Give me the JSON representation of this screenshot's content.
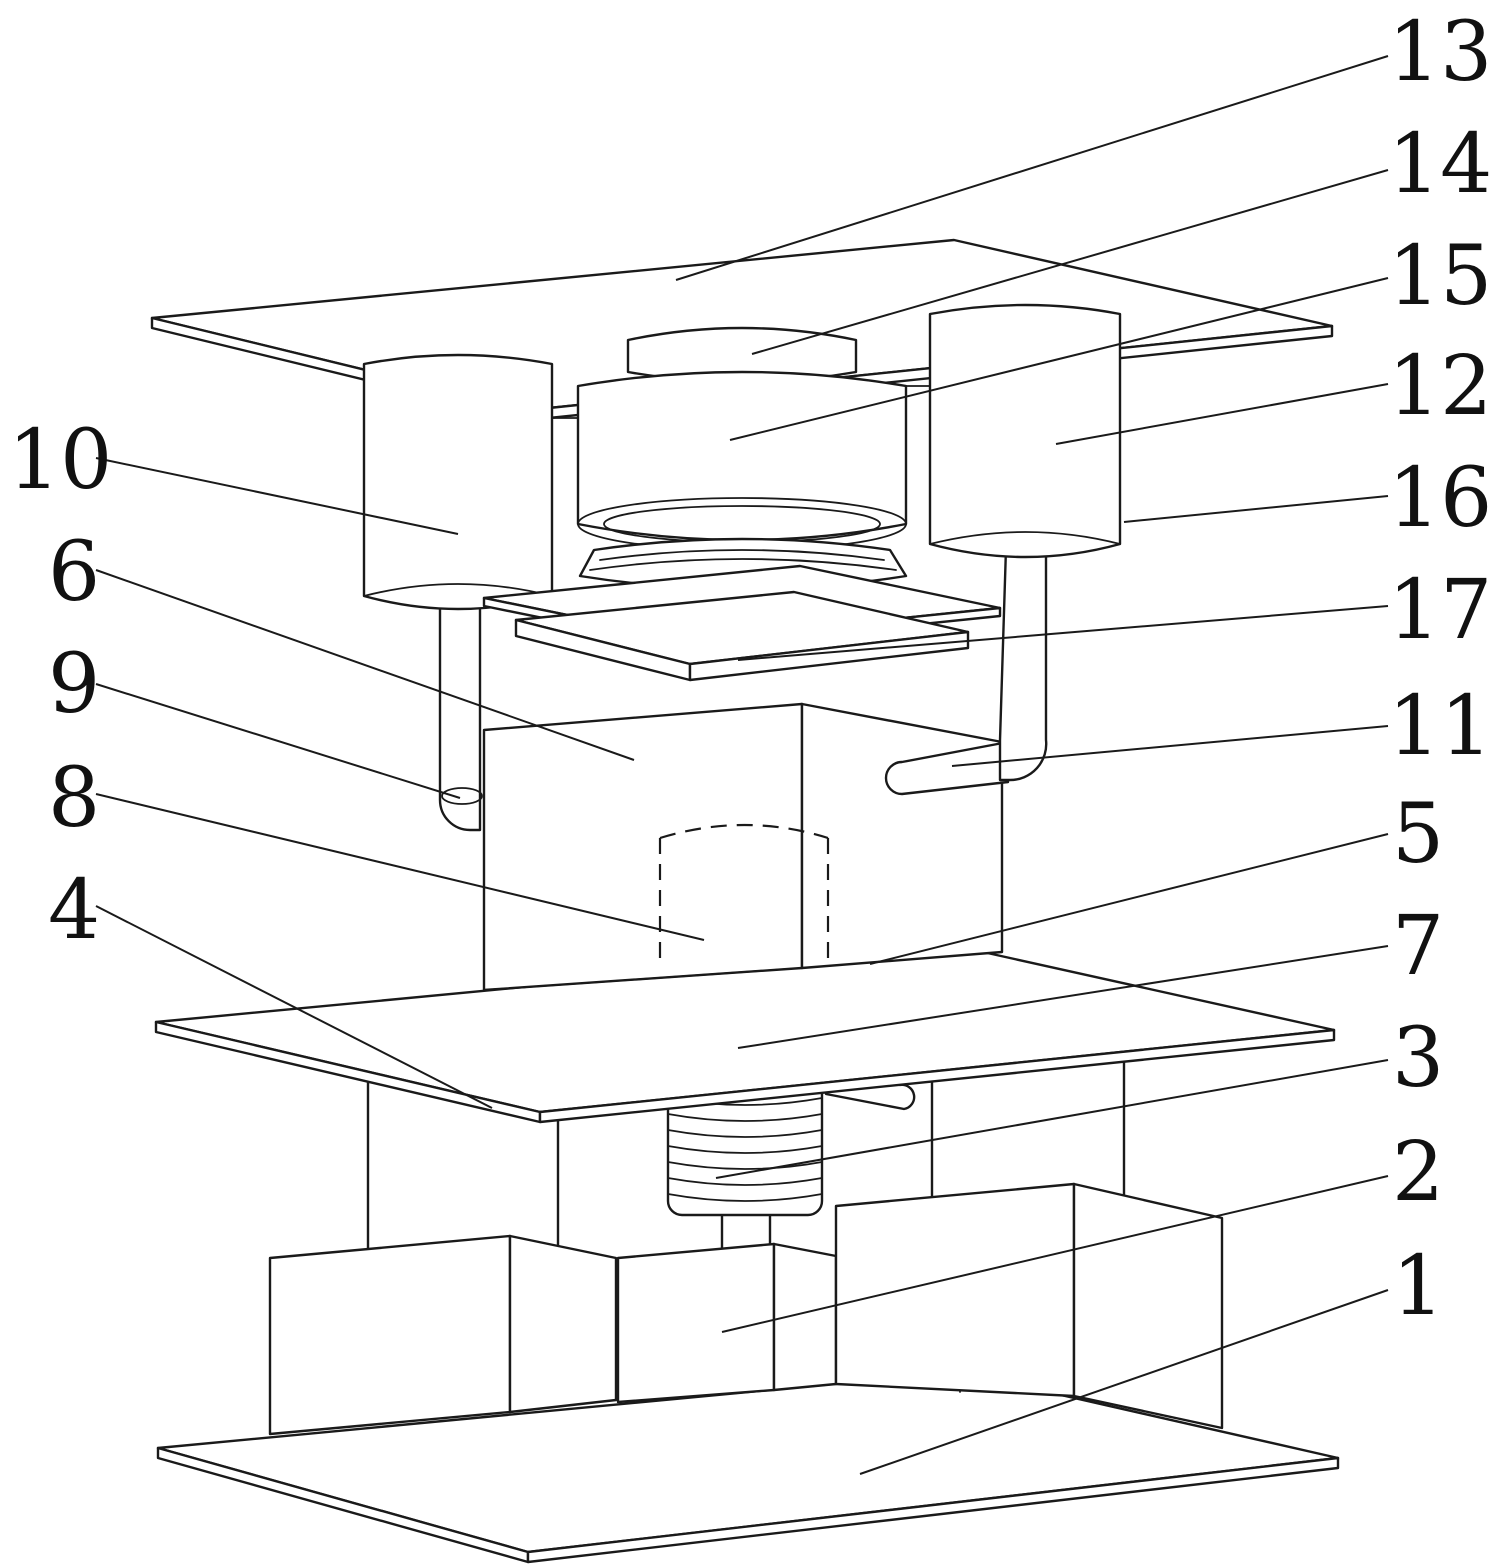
{
  "colors": {
    "line": "#1a1a1a",
    "background": "#ffffff"
  },
  "callouts": [
    {
      "id": "13",
      "label": "13"
    },
    {
      "id": "14",
      "label": "14"
    },
    {
      "id": "15",
      "label": "15"
    },
    {
      "id": "12",
      "label": "12"
    },
    {
      "id": "16",
      "label": "16"
    },
    {
      "id": "17",
      "label": "17"
    },
    {
      "id": "11",
      "label": "11"
    },
    {
      "id": "5",
      "label": "5"
    },
    {
      "id": "7",
      "label": "7"
    },
    {
      "id": "3",
      "label": "3"
    },
    {
      "id": "2",
      "label": "2"
    },
    {
      "id": "1",
      "label": "1"
    },
    {
      "id": "10",
      "label": "10"
    },
    {
      "id": "6",
      "label": "6"
    },
    {
      "id": "9",
      "label": "9"
    },
    {
      "id": "8",
      "label": "8"
    },
    {
      "id": "4",
      "label": "4"
    }
  ]
}
